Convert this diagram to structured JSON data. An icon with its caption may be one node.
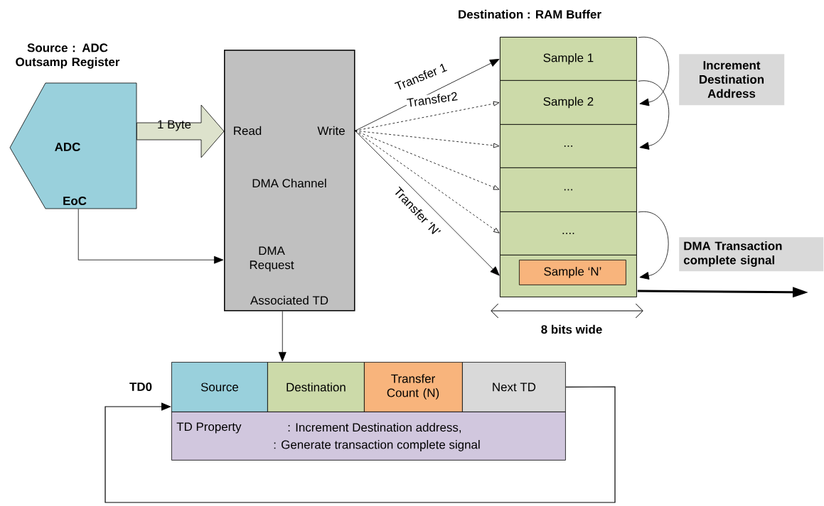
{
  "diagram": {
    "nodes": [
      {
        "text": [
          "Source : ADC Outsamp Register",
          "ADC",
          "EoC"
        ]
      },
      {
        "text": [
          "Read",
          "Write",
          "DMA Channel",
          "DMA Request",
          "Associated TD"
        ]
      },
      {
        "text": [
          "Destination : RAM Buffer"
        ]
      },
      {
        "text": [
          "Sample 1"
        ],
        "in": 2
      },
      {
        "text": [
          "Sample 2"
        ],
        "in": 2
      },
      {
        "text": [
          "..."
        ],
        "in": 2
      },
      {
        "text": [
          "..."
        ],
        "in": 2
      },
      {
        "text": [
          "...."
        ],
        "in": 2
      },
      {
        "text": [],
        "shape": "box",
        "in": 2
      },
      {
        "text": [
          "Sample ‘N’"
        ],
        "in": 8
      },
      {
        "text": [
          "Increment Destination Address"
        ]
      },
      {
        "text": [
          "DMA Transaction complete signal"
        ]
      },
      {
        "text": [
          "Source"
        ]
      },
      {
        "text": [
          "Destination"
        ]
      },
      {
        "text": [
          "Transfer Count (N)"
        ]
      },
      {
        "text": [
          "Next TD"
        ]
      },
      {
        "text": [
          "TD Property",
          ": Increment Destination address,",
          ": Generate transaction complete signal"
        ]
      }
    ],
    "edges": [
      {
        "from": 0,
        "to": 1,
        "arrow": "to",
        "label": "1 Byte"
      },
      {
        "from": 0,
        "to": 1,
        "arrow": "to"
      },
      {
        "from": 1,
        "to": 3,
        "arrow": "to",
        "label": "Transfer 1"
      },
      {
        "from": 1,
        "to": 4,
        "arrow": "to",
        "label": "Transfer2",
        "style": "dashed"
      },
      {
        "from": 1,
        "to": 5,
        "arrow": "to",
        "style": "dashed"
      },
      {
        "from": 1,
        "to": 6,
        "arrow": "to",
        "style": "dashed"
      },
      {
        "from": 1,
        "to": 7,
        "arrow": "to",
        "style": "dashed"
      },
      {
        "from": 1,
        "to": 8,
        "arrow": "to",
        "label": "Transfer ‘N’"
      },
      {
        "from": 3,
        "to": 4,
        "arrow": "to"
      },
      {
        "from": 4,
        "to": 5,
        "arrow": "to"
      },
      {
        "from": 7,
        "to": 8,
        "arrow": "to"
      },
      {
        "from": 8,
        "to": null,
        "arrow": "to",
        "style": "thick"
      },
      {
        "from": 1,
        "to": 13,
        "arrow": "to"
      },
      {
        "from": 15,
        "to": 12,
        "arrow": "to"
      }
    ],
    "labels": [
      "TD0",
      "8 bits wide"
    ]
  }
}
